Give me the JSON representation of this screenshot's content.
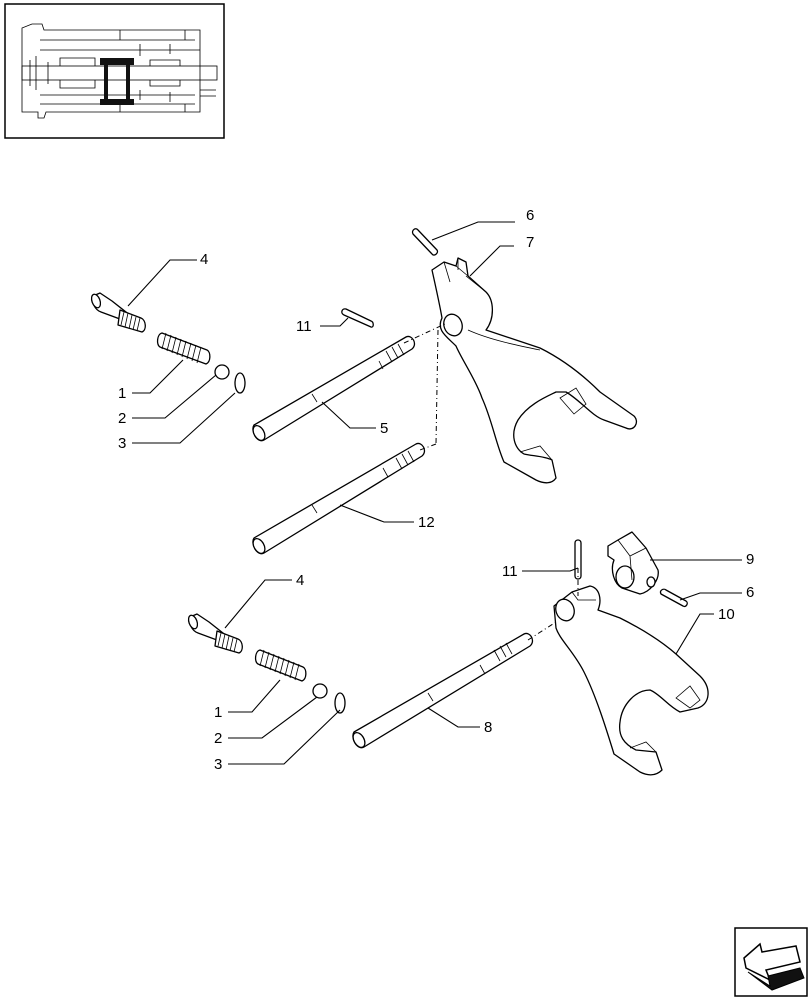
{
  "callouts": {
    "c4a": "4",
    "c1a": "1",
    "c2a": "2",
    "c3a": "3",
    "c11a": "11",
    "c5": "5",
    "c12": "12",
    "c6a": "6",
    "c7": "7",
    "c4b": "4",
    "c1b": "1",
    "c2b": "2",
    "c3b": "3",
    "c8": "8",
    "c11b": "11",
    "c9": "9",
    "c6b": "6",
    "c10": "10"
  },
  "icons": {
    "thumbnail": "transmission-section-thumbnail",
    "navigation": "next-page-arrow-icon"
  }
}
